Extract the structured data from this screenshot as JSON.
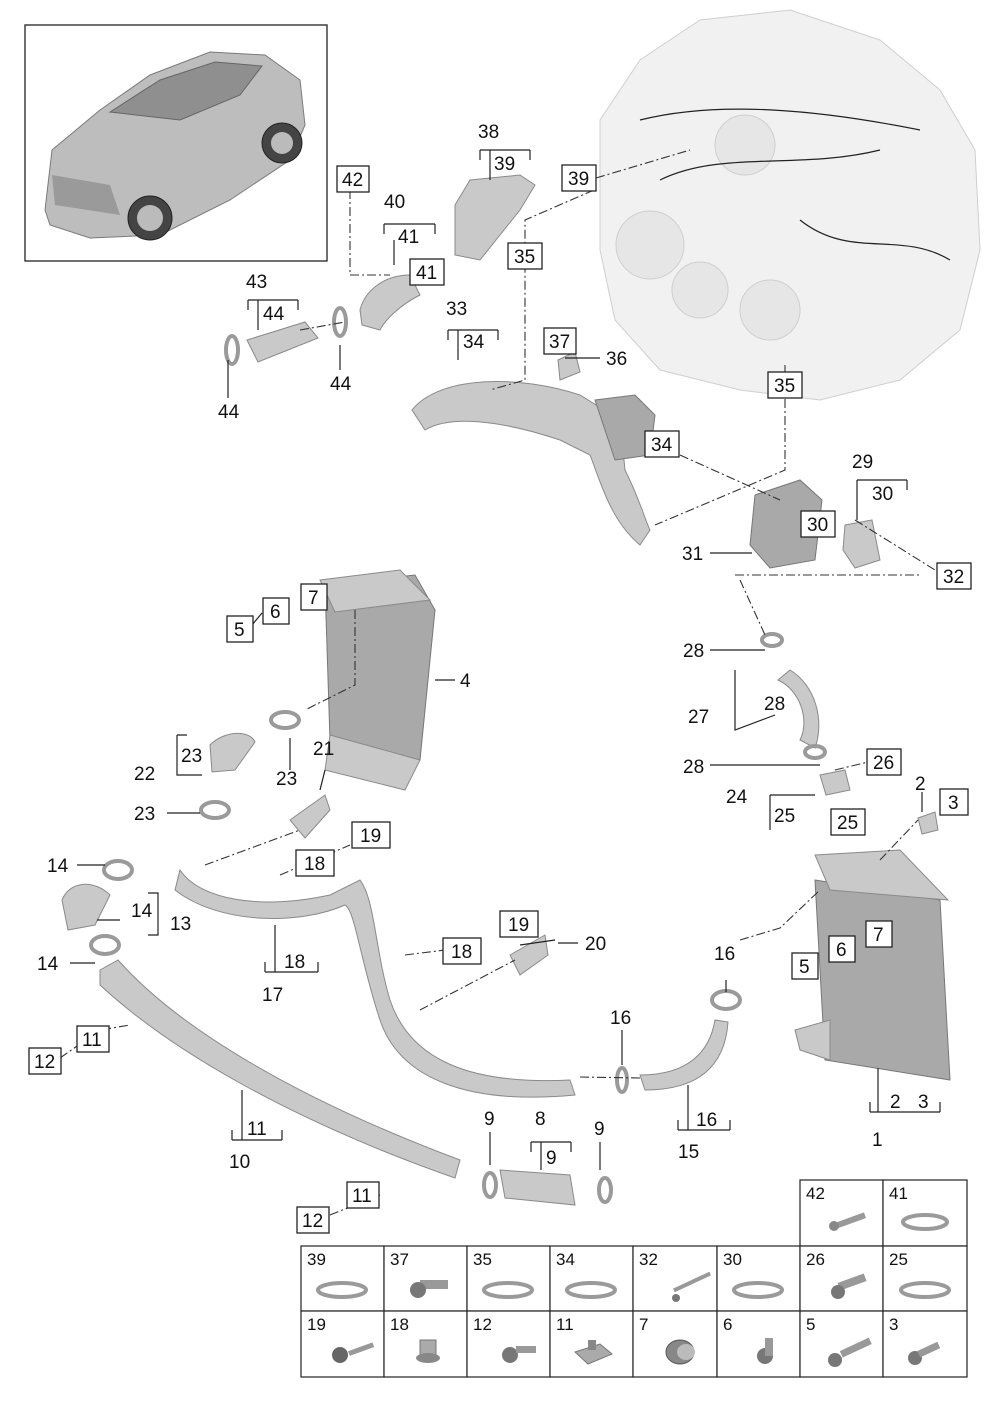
{
  "callouts": {
    "c1": "1",
    "c2": "2",
    "c3": "3",
    "c4": "4",
    "c5": "5",
    "c6": "6",
    "c7": "7",
    "c8": "8",
    "c9": "9",
    "c10": "10",
    "c11": "11",
    "c12": "12",
    "c13": "13",
    "c14": "14",
    "c15": "15",
    "c16": "16",
    "c17": "17",
    "c18": "18",
    "c19": "19",
    "c20": "20",
    "c21": "21",
    "c22": "22",
    "c23": "23",
    "c24": "24",
    "c25": "25",
    "c26": "26",
    "c27": "27",
    "c28": "28",
    "c29": "29",
    "c30": "30",
    "c31": "31",
    "c32": "32",
    "c33": "33",
    "c34": "34",
    "c35": "35",
    "c36": "36",
    "c37": "37",
    "c38": "38",
    "c39": "39",
    "c40": "40",
    "c41": "41",
    "c42": "42",
    "c43": "43",
    "c44": "44"
  },
  "legend_rows": [
    [
      "42",
      "41"
    ],
    [
      "39",
      "37",
      "35",
      "34",
      "32",
      "30",
      "26",
      "25"
    ],
    [
      "19",
      "18",
      "12",
      "11",
      "7",
      "6",
      "5",
      "3"
    ]
  ],
  "colors": {
    "part": "#c9c9c9",
    "engine": "#f1f1f1",
    "line": "#222222"
  },
  "icons": [
    "car-thumbnail",
    "engine-block",
    "intercooler",
    "charge-air-hose",
    "clamp",
    "o-ring",
    "bolt",
    "screw",
    "nut",
    "throttle-body"
  ]
}
